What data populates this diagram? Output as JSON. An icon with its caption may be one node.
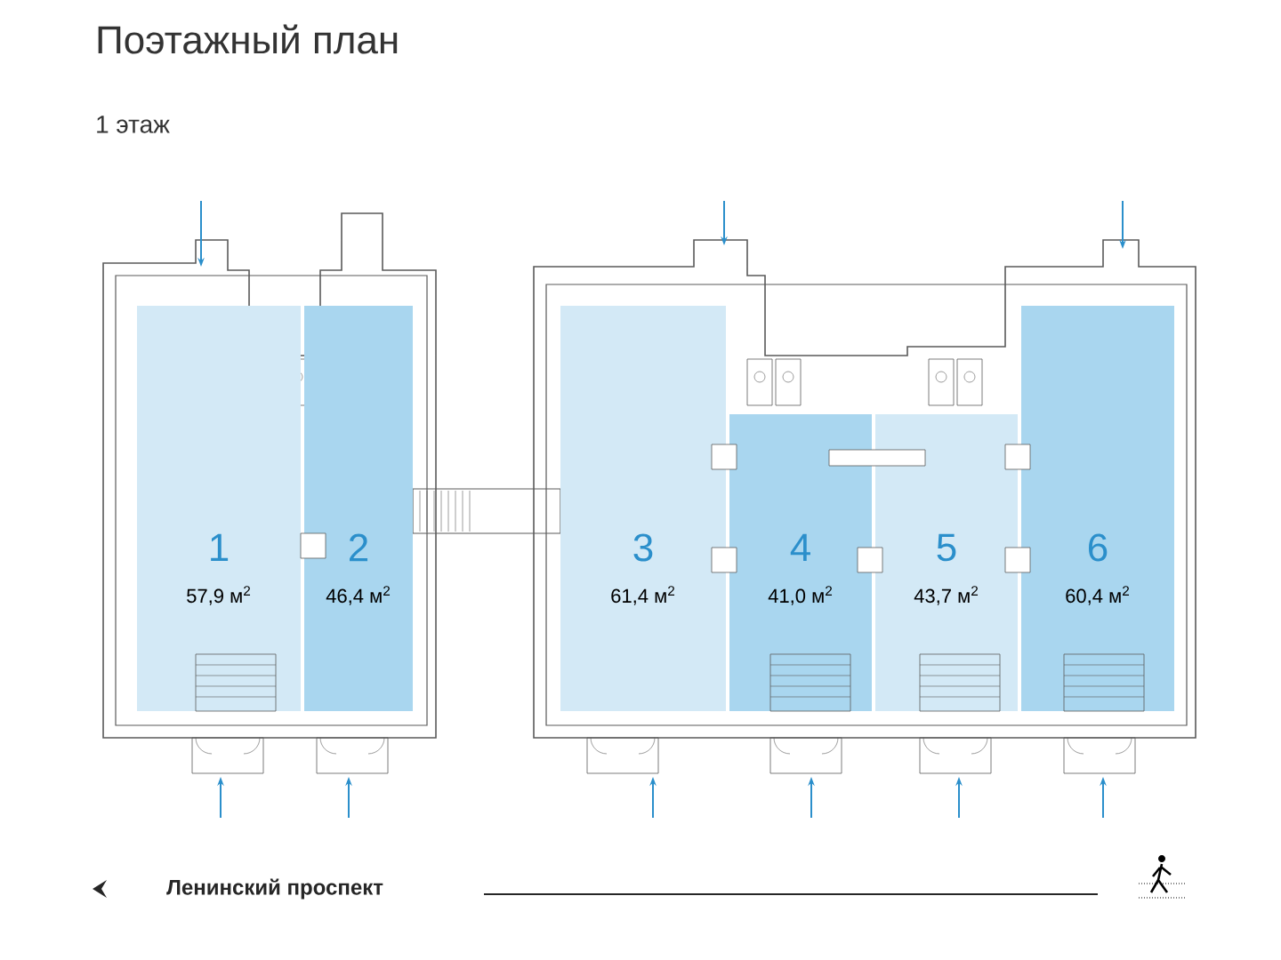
{
  "diagram": {
    "title": "Поэтажный план",
    "nodes": [
      {
        "text": [
          "1",
          "57,9 м$^{2}$"
        ]
      },
      {
        "text": [
          "2",
          "46,4 м$^{2}$"
        ]
      },
      {
        "text": [
          "3",
          "61,4 м$^{2}$"
        ]
      },
      {
        "text": [
          "4",
          "41,0 м$^{2}$"
        ]
      },
      {
        "text": [
          "5",
          "43,7 м$^{2}$"
        ]
      },
      {
        "text": [
          "6",
          "60,4 м$^{2}$"
        ]
      }
    ],
    "labels": [
      "1 этаж",
      "Ленинский проспект"
    ]
  }
}
